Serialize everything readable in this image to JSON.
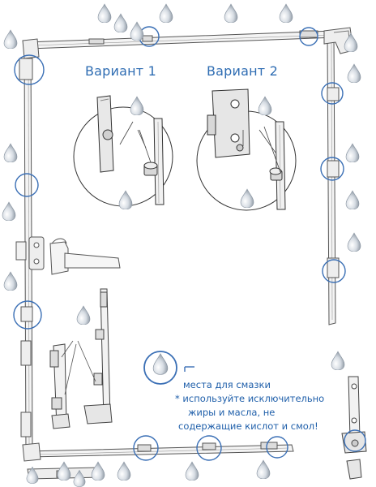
{
  "labels": {
    "variant1": "Вариант 1",
    "variant2": "Вариант 2"
  },
  "legend": {
    "line1": "места для смазки",
    "line2": "* используйте исключительно",
    "line3": "жиры и масла, не",
    "line4": "содержащие кислот и смол!"
  },
  "icons": {
    "drop": "lubricant-drop-icon",
    "circle": "lubrication-point-marker"
  },
  "colors": {
    "drop_light": "#e8ecf1",
    "drop_dark": "#7f8a96",
    "marker": "#3a6fb5",
    "text": "#2f6db3",
    "line": "#5a5a5a"
  }
}
